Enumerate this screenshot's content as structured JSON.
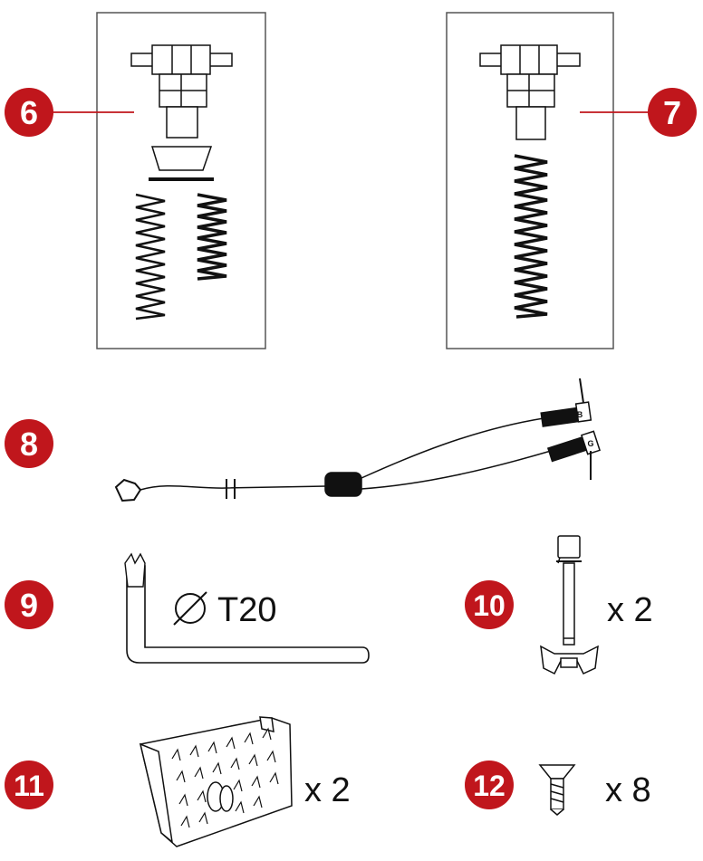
{
  "colors": {
    "badge": "#c0161c",
    "leader": "#c0161c",
    "line": "#111111",
    "frame": "#555555"
  },
  "parts": [
    {
      "id": "6",
      "label": "6"
    },
    {
      "id": "7",
      "label": "7"
    },
    {
      "id": "8",
      "label": "8"
    },
    {
      "id": "9",
      "label": "9",
      "spec": "T20"
    },
    {
      "id": "10",
      "label": "10",
      "quantity": "x 2"
    },
    {
      "id": "11",
      "label": "11",
      "quantity": "x 2"
    },
    {
      "id": "12",
      "label": "12",
      "quantity": "x 8"
    }
  ],
  "connectors": {
    "b_label": "B",
    "g_label": "G"
  },
  "icons": [
    "diameter-symbol-icon"
  ]
}
